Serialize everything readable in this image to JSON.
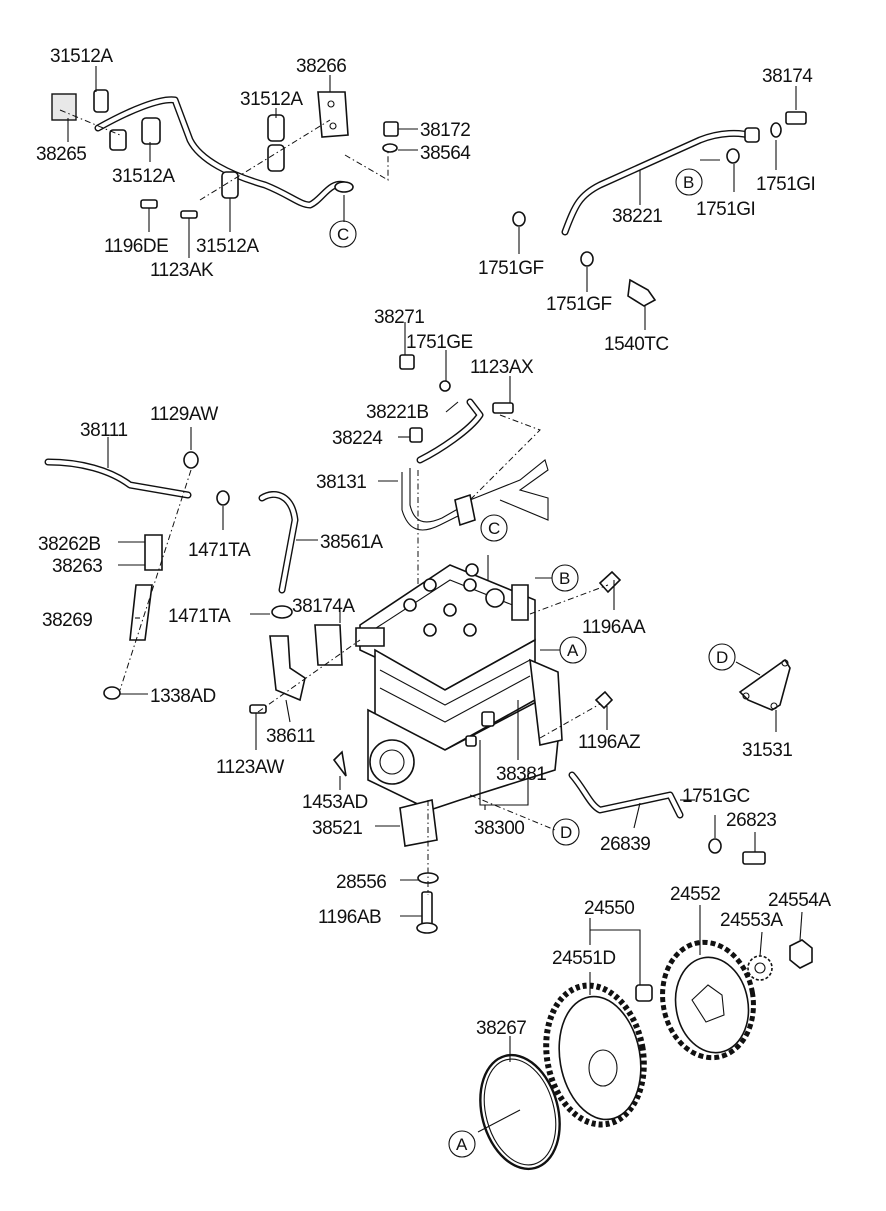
{
  "labels": [
    {
      "text": "31512A"
    },
    {
      "text": "38266"
    },
    {
      "text": "31512A"
    },
    {
      "text": "38172"
    },
    {
      "text": "38564"
    },
    {
      "text": "38265"
    },
    {
      "text": "31512A"
    },
    {
      "text": "1196DE"
    },
    {
      "text": "31512A"
    },
    {
      "text": "1123AK"
    },
    {
      "text": "38174"
    },
    {
      "text": "1751GI"
    },
    {
      "text": "38221"
    },
    {
      "text": "1751GI"
    },
    {
      "text": "1751GF"
    },
    {
      "text": "1751GF"
    },
    {
      "text": "1540TC"
    },
    {
      "text": "38271"
    },
    {
      "text": "1751GE"
    },
    {
      "text": "1123AX"
    },
    {
      "text": "38221B"
    },
    {
      "text": "38224"
    },
    {
      "text": "38131"
    },
    {
      "text": "38111"
    },
    {
      "text": "1129AW"
    },
    {
      "text": "38262B"
    },
    {
      "text": "38263"
    },
    {
      "text": "1471TA"
    },
    {
      "text": "38561A"
    },
    {
      "text": "38269"
    },
    {
      "text": "1471TA"
    },
    {
      "text": "38174A"
    },
    {
      "text": "1196AA"
    },
    {
      "text": "1338AD"
    },
    {
      "text": "1123AW"
    },
    {
      "text": "38611"
    },
    {
      "text": "1196AZ"
    },
    {
      "text": "31531"
    },
    {
      "text": "38381"
    },
    {
      "text": "1453AD"
    },
    {
      "text": "38521"
    },
    {
      "text": "38300"
    },
    {
      "text": "1751GC"
    },
    {
      "text": "26823"
    },
    {
      "text": "26839"
    },
    {
      "text": "28556"
    },
    {
      "text": "1196AB"
    },
    {
      "text": "24552"
    },
    {
      "text": "24554A"
    },
    {
      "text": "24550"
    },
    {
      "text": "24553A"
    },
    {
      "text": "24551D"
    },
    {
      "text": "38267"
    }
  ],
  "callouts": [
    {
      "text": "C"
    },
    {
      "text": "B"
    },
    {
      "text": "C"
    },
    {
      "text": "B"
    },
    {
      "text": "A"
    },
    {
      "text": "D"
    },
    {
      "text": "D"
    },
    {
      "text": "A"
    }
  ]
}
